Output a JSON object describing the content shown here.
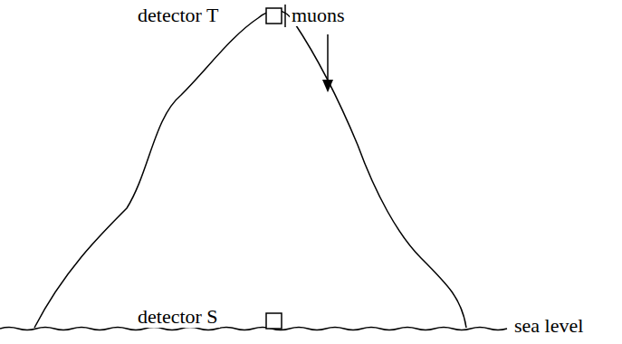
{
  "diagram": {
    "labels": [
      "detector T",
      "muons",
      "detector S",
      "sea level"
    ]
  }
}
